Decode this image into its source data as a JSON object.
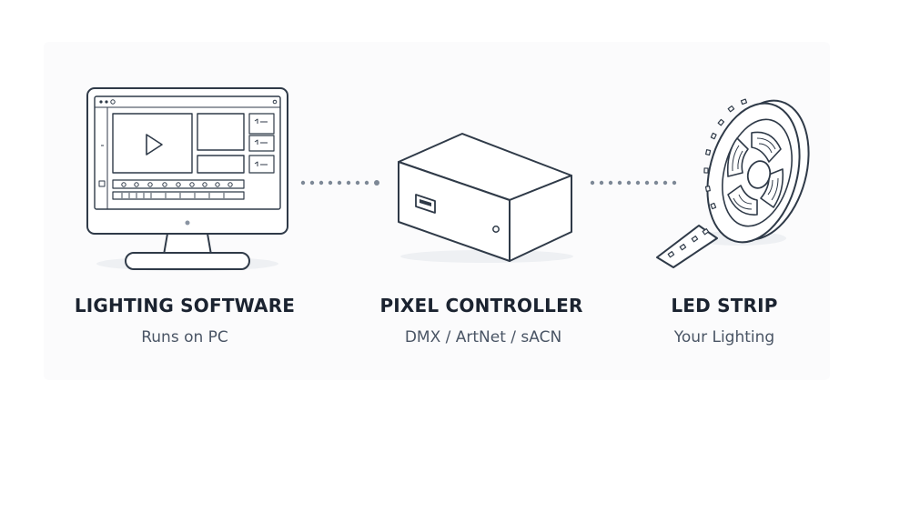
{
  "nodes": [
    {
      "title": "LIGHTING SOFTWARE",
      "subtitle": "Runs on PC",
      "icon": "monitor-icon"
    },
    {
      "title": "PIXEL CONTROLLER",
      "subtitle": "DMX / ArtNet / sACN",
      "icon": "controller-box-icon"
    },
    {
      "title": "LED STRIP",
      "subtitle": "Your Lighting",
      "icon": "led-reel-icon"
    }
  ],
  "colors": {
    "stroke": "#2f3a48",
    "connector": "#7d8896",
    "text": "#1b2330",
    "subtext": "#4a5565"
  }
}
